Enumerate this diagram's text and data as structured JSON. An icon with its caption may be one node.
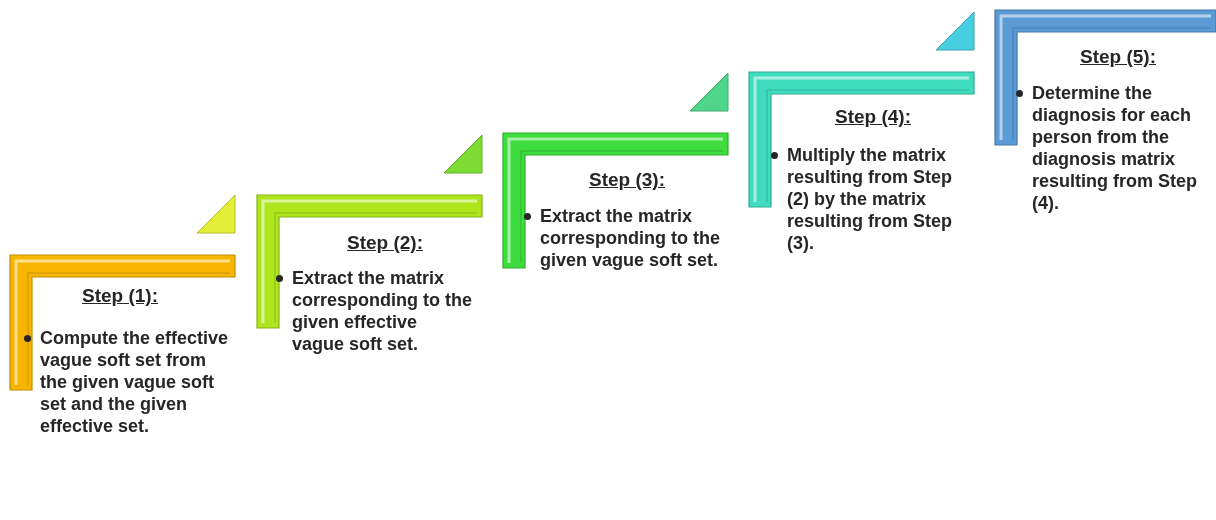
{
  "diagram": {
    "nodes": [
      {
        "text": [
          "Step (1):",
          "Compute the effective vague soft set from the given vague soft set and the given effective set."
        ]
      },
      {
        "text": [
          "Step (2):",
          "Extract the matrix corresponding to the given effective vague soft set."
        ]
      },
      {
        "text": [
          "Step (3):",
          "Extract the matrix corresponding to the given vague soft set."
        ]
      },
      {
        "text": [
          "Step (4):",
          "Multiply the matrix resulting from Step (2) by the matrix resulting from Step (3)."
        ]
      },
      {
        "text": [
          "Step (5):",
          "Determine the diagnosis for each person from the diagnosis matrix resulting from Step (4)."
        ]
      }
    ]
  }
}
